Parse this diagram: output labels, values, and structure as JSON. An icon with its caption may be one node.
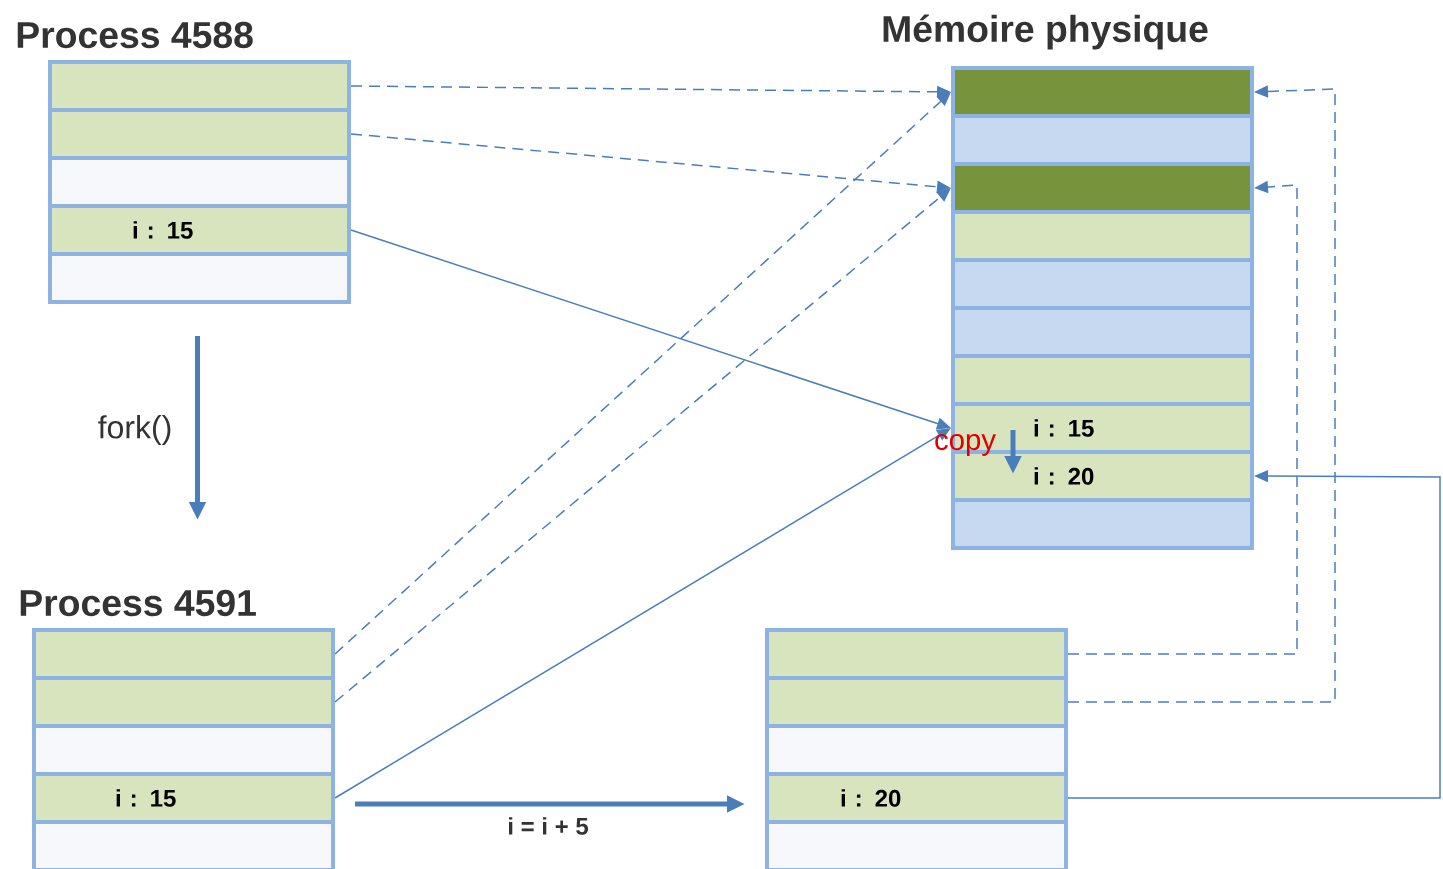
{
  "diagram": {
    "nodes": [
      {
        "text": [
          "Process 4588"
        ]
      },
      {
        "text": [],
        "shape": "box",
        "in": 0
      },
      {
        "text": [],
        "shape": "box",
        "in": 0
      },
      {
        "text": [],
        "shape": "box",
        "in": 0
      },
      {
        "text": [
          "i : 15"
        ],
        "in": 0
      },
      {
        "text": [],
        "shape": "box",
        "in": 0
      },
      {
        "text": [
          "Mémoire physique"
        ]
      },
      {
        "text": [],
        "shape": "box",
        "in": 6
      },
      {
        "text": [],
        "shape": "box",
        "in": 6
      },
      {
        "text": [],
        "shape": "box",
        "in": 6
      },
      {
        "text": [],
        "shape": "box",
        "in": 6
      },
      {
        "text": [],
        "shape": "box",
        "in": 6
      },
      {
        "text": [],
        "shape": "box",
        "in": 6
      },
      {
        "text": [],
        "shape": "box",
        "in": 6
      },
      {
        "text": [
          "i : 15"
        ],
        "in": 6
      },
      {
        "text": [
          "i : 20"
        ],
        "in": 6
      },
      {
        "text": [],
        "shape": "box",
        "in": 6
      },
      {
        "text": [
          "Process 4591"
        ]
      },
      {
        "text": [],
        "shape": "box",
        "in": 17
      },
      {
        "text": [],
        "shape": "box",
        "in": 17
      },
      {
        "text": [],
        "shape": "box",
        "in": 17
      },
      {
        "text": [
          "i : 15"
        ],
        "in": 17
      },
      {
        "text": [],
        "shape": "box",
        "in": 17
      },
      {
        "text": [],
        "shape": "box"
      },
      {
        "text": [],
        "shape": "box",
        "in": 23
      },
      {
        "text": [],
        "shape": "box",
        "in": 23
      },
      {
        "text": [],
        "shape": "box",
        "in": 23
      },
      {
        "text": [
          "i : 20"
        ],
        "in": 23
      },
      {
        "text": [],
        "shape": "box",
        "in": 23
      }
    ],
    "edges": [
      {
        "from": 1,
        "to": 7,
        "arrow": "to",
        "style": "dashed"
      },
      {
        "from": 2,
        "to": 9,
        "arrow": "to",
        "style": "dashed"
      },
      {
        "from": 4,
        "to": 14,
        "arrow": "to"
      },
      {
        "from": 18,
        "to": 7,
        "arrow": "to",
        "style": "dashed"
      },
      {
        "from": 19,
        "to": 9,
        "arrow": "to",
        "style": "dashed"
      },
      {
        "from": 21,
        "to": 14,
        "arrow": "to"
      },
      {
        "from": 24,
        "to": 9,
        "arrow": "to",
        "style": "dashed"
      },
      {
        "from": 25,
        "to": 7,
        "arrow": "to",
        "style": "dashed"
      },
      {
        "from": 27,
        "to": 15,
        "arrow": "to"
      },
      {
        "from": 0,
        "to": 17,
        "arrow": "to",
        "style": "thick",
        "label": "fork()"
      },
      {
        "from": 17,
        "to": 23,
        "arrow": "to",
        "style": "thick",
        "label": "i = i + 5"
      },
      {
        "from": 14,
        "to": 15,
        "arrow": "to",
        "style": "thick",
        "label": "copy"
      }
    ]
  }
}
